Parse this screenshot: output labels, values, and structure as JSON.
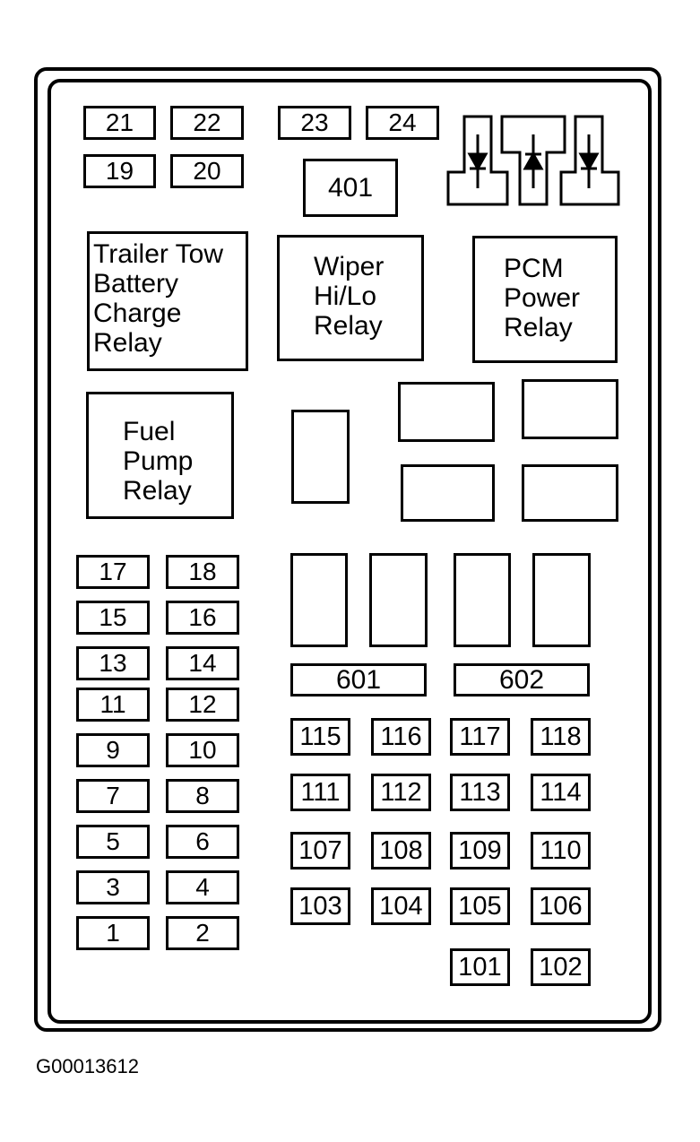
{
  "diagram": {
    "fuses_top": [
      "21",
      "22",
      "23",
      "24",
      "19",
      "20",
      "401"
    ],
    "relays": {
      "trailer_tow": "Trailer Tow\nBattery\nCharge\nRelay",
      "wiper": "Wiper\nHi/Lo\nRelay",
      "pcm": "PCM\nPower\nRelay",
      "fuel_pump": "Fuel\nPump\nRelay"
    },
    "fuses_left": [
      "17",
      "18",
      "15",
      "16",
      "13",
      "14",
      "11",
      "12",
      "9",
      "10",
      "7",
      "8",
      "5",
      "6",
      "3",
      "4",
      "1",
      "2"
    ],
    "maxi_fuses": [
      "601",
      "602"
    ],
    "mini_fuses": [
      "115",
      "116",
      "117",
      "118",
      "111",
      "112",
      "113",
      "114",
      "107",
      "108",
      "109",
      "110",
      "103",
      "104",
      "105",
      "106",
      "101",
      "102"
    ]
  },
  "figure_id": "G00013612"
}
